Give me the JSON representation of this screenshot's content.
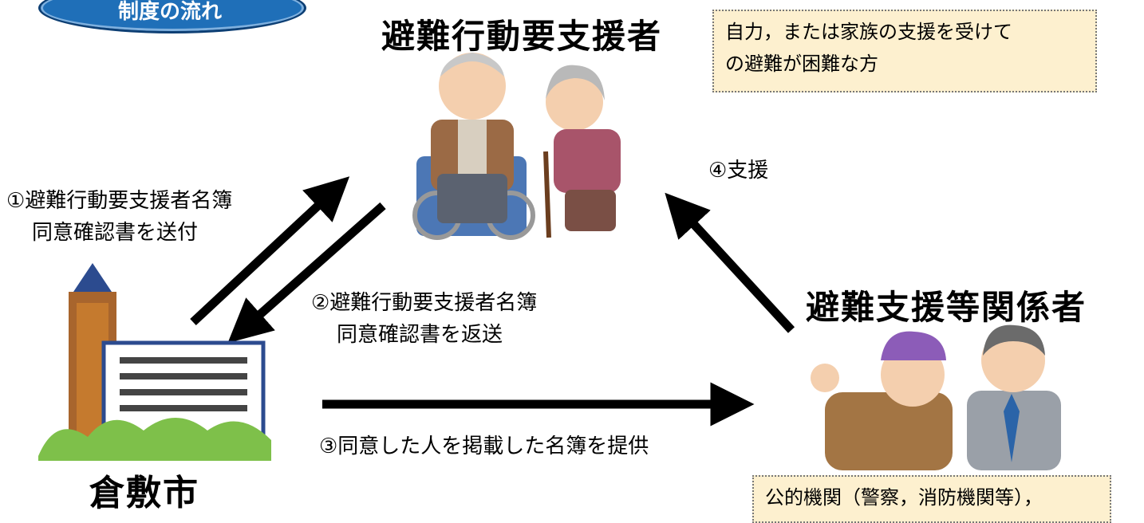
{
  "badge": {
    "label": "制度の流れ"
  },
  "nodes": {
    "requester": {
      "label": "避難行動要支援者"
    },
    "supporter": {
      "label": "避難支援等関係者"
    },
    "city": {
      "label": "倉敷市"
    }
  },
  "notes": {
    "requester_desc": [
      "自力，または家族の支援を受けて",
      "の避難が困難な方"
    ],
    "supporter_desc": "公的機関（警察，消防機関等），"
  },
  "steps": {
    "step1": [
      "①避難行動要支援者名簿",
      "同意確認書を送付"
    ],
    "step2": [
      "②避難行動要支援者名簿",
      "同意確認書を返送"
    ],
    "step3": "③同意した人を掲載した名簿を提供",
    "step4": "④支援"
  },
  "colors": {
    "badge": "#1f6fb8",
    "note_bg": "#fdf0cf",
    "arrow": "#000000"
  }
}
